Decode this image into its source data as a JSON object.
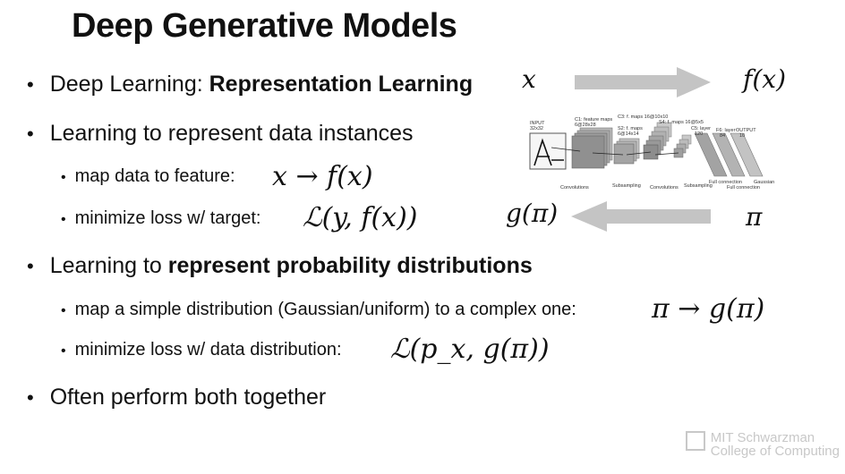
{
  "title": "Deep Generative Models",
  "bullets": {
    "b1_prefix": "Deep Learning: ",
    "b1_bold": "Representation Learning",
    "b2": "Learning to represent data instances",
    "b2_sub1": "map data to feature:",
    "b2_sub1_math": "x → f(x)",
    "b2_sub2": "minimize loss w/ target:",
    "b2_sub2_math": "ℒ(y, f(x))",
    "b3_prefix": "Learning to ",
    "b3_bold": "represent probability distributions",
    "b3_sub1": "map a simple distribution (Gaussian/uniform) to a complex one:",
    "b3_sub1_math": "π → g(π)",
    "b3_sub2": "minimize loss w/ data distribution:",
    "b3_sub2_math": "ℒ(p_x, g(π))",
    "b4": "Often perform both together"
  },
  "diagram": {
    "x_label": "x",
    "fx_label": "f(x)",
    "gpi_label": "g(π)",
    "pi_label": "π",
    "net": {
      "input": "INPUT",
      "input_size": "32x32",
      "c1": "C1: feature maps",
      "c1_size": "6@28x28",
      "s2": "S2: f. maps",
      "s2_size": "6@14x14",
      "c3": "C3: f. maps 16@10x10",
      "s4": "S4: f. maps 16@5x5",
      "c5": "C5: layer",
      "c5_size": "120",
      "f6": "F6: layer",
      "f6_size": "84",
      "output": "OUTPUT",
      "output_size": "10",
      "bottom": [
        "Convolutions",
        "Subsampling",
        "Convolutions",
        "Subsampling",
        "Full connection",
        "Full connection",
        "Gaussian"
      ]
    }
  },
  "logo": {
    "line1": "MIT Schwarzman",
    "line2": "College of Computing"
  }
}
